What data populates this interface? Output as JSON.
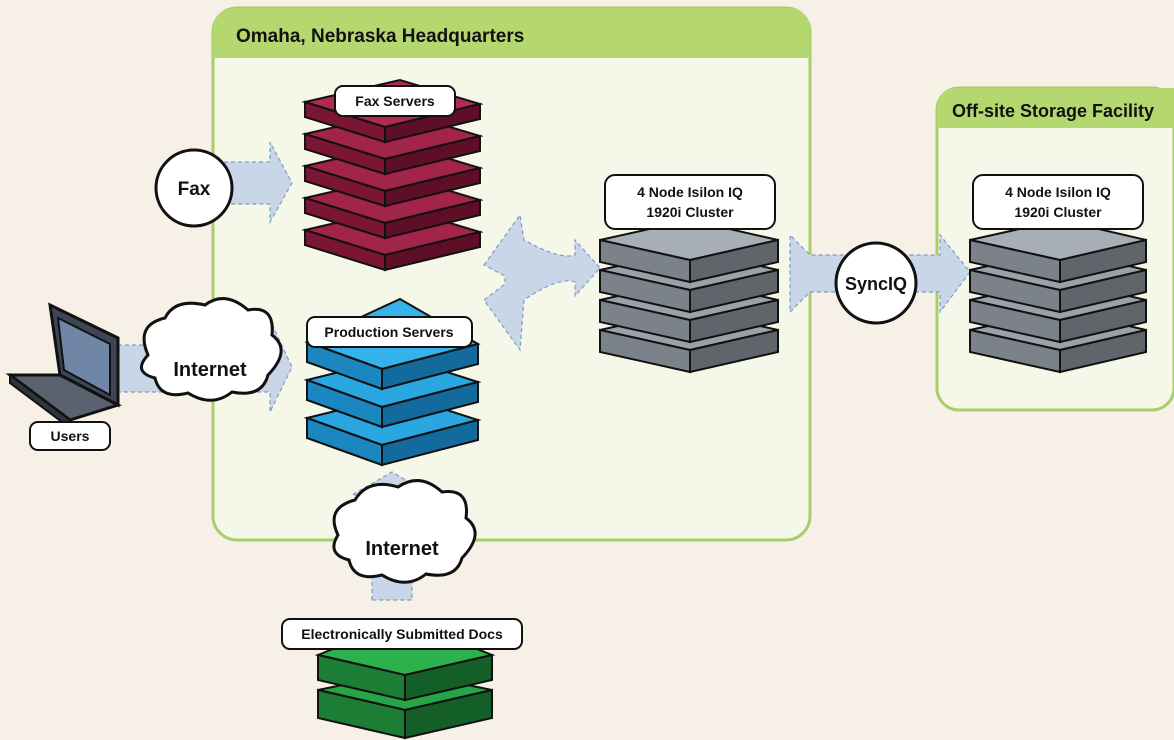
{
  "zones": {
    "headquarters": "Omaha, Nebraska Headquarters",
    "offsite": "Off-site Storage Facility"
  },
  "labels": {
    "fax_servers": "Fax Servers",
    "production_servers": "Production Servers",
    "cluster_hq_line1": "4 Node Isilon IQ",
    "cluster_hq_line2": "1920i Cluster",
    "cluster_offsite_line1": "4 Node Isilon IQ",
    "cluster_offsite_line2": "1920i Cluster",
    "users": "Users",
    "electronic_docs": "Electronically Submitted Docs"
  },
  "sources": {
    "fax": "Fax",
    "internet_users": "Internet",
    "internet_docs": "Internet",
    "synciq": "SyncIQ"
  },
  "colors": {
    "background": "#f7f0e6",
    "zone_border": "#a6cf6b",
    "zone_header": "#b5d76f",
    "zone_fill": "#f5f8e9",
    "fax_server": "#8b1a3a",
    "production_server": "#2aa6e0",
    "storage_node": "#8e949b",
    "doc_server": "#1f8f3a",
    "flow_arrow": "#c9d6e8"
  },
  "icons": [
    "laptop-icon",
    "cloud-icon",
    "server-stack-icon",
    "storage-cluster-icon"
  ]
}
